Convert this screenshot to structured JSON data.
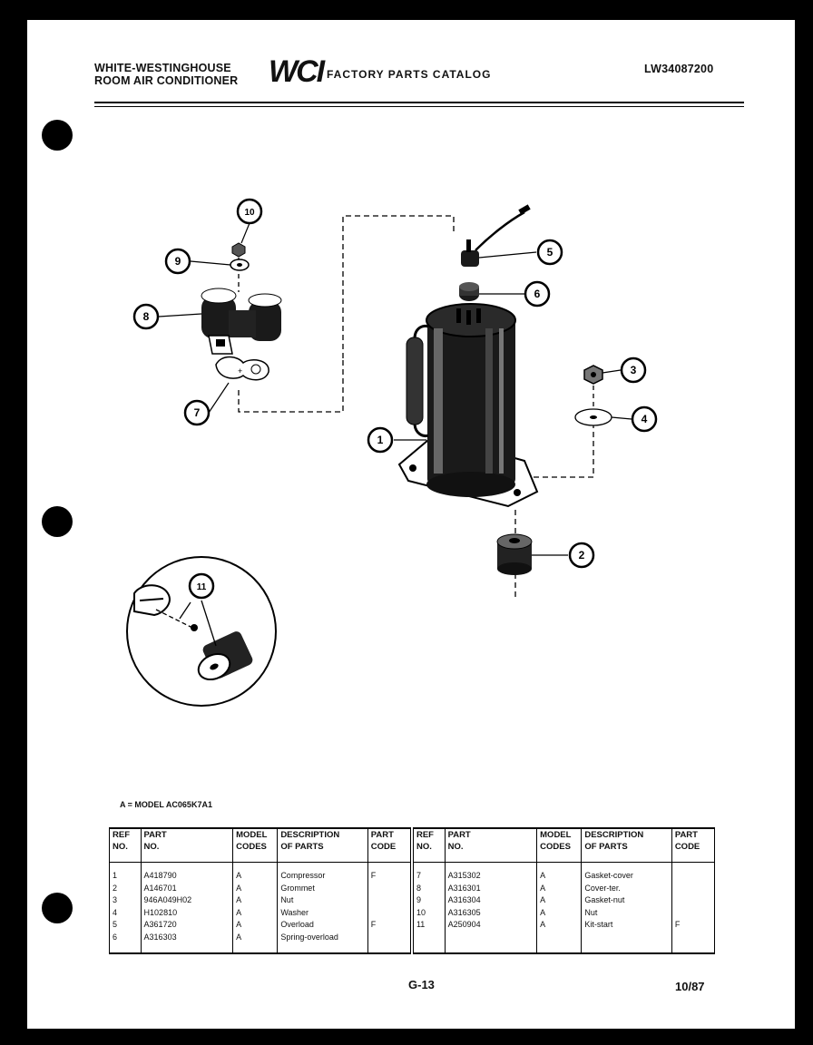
{
  "header": {
    "brand_line1": "WHITE-WESTINGHOUSE",
    "brand_line2": "ROOM AIR CONDITIONER",
    "logo": "WCI",
    "catalog": "FACTORY PARTS CATALOG",
    "catalog_number": "LW34087200"
  },
  "diagram": {
    "callouts": [
      "1",
      "2",
      "3",
      "4",
      "5",
      "6",
      "7",
      "8",
      "9",
      "10",
      "11"
    ]
  },
  "model_note": "A = MODEL AC065K7A1",
  "table": {
    "headers": {
      "ref": "REF\nNO.",
      "part": "PART\nNO.",
      "model": "MODEL\nCODES",
      "desc": "DESCRIPTION\nOF PARTS",
      "code": "PART\nCODE"
    },
    "left": {
      "ref": "1\n2\n3\n4\n5\n6",
      "part": "A418790\nA146701\n946A049H02\nH102810\nA361720\nA316303",
      "model": "A\nA\nA\nA\nA\nA",
      "desc": "Compressor\nGrommet\nNut\nWasher\nOverload\nSpring-overload",
      "code": "F\n\n\n\nF\n"
    },
    "right": {
      "ref": "7\n8\n9\n10\n11",
      "part": "A315302\nA316301\nA316304\nA316305\nA250904",
      "model": "A\nA\nA\nA\nA",
      "desc": "Gasket-cover\nCover-ter.\nGasket-nut\nNut\nKit-start",
      "code": "\n\n\n\nF"
    }
  },
  "footer": {
    "page": "G-13",
    "date": "10/87"
  }
}
